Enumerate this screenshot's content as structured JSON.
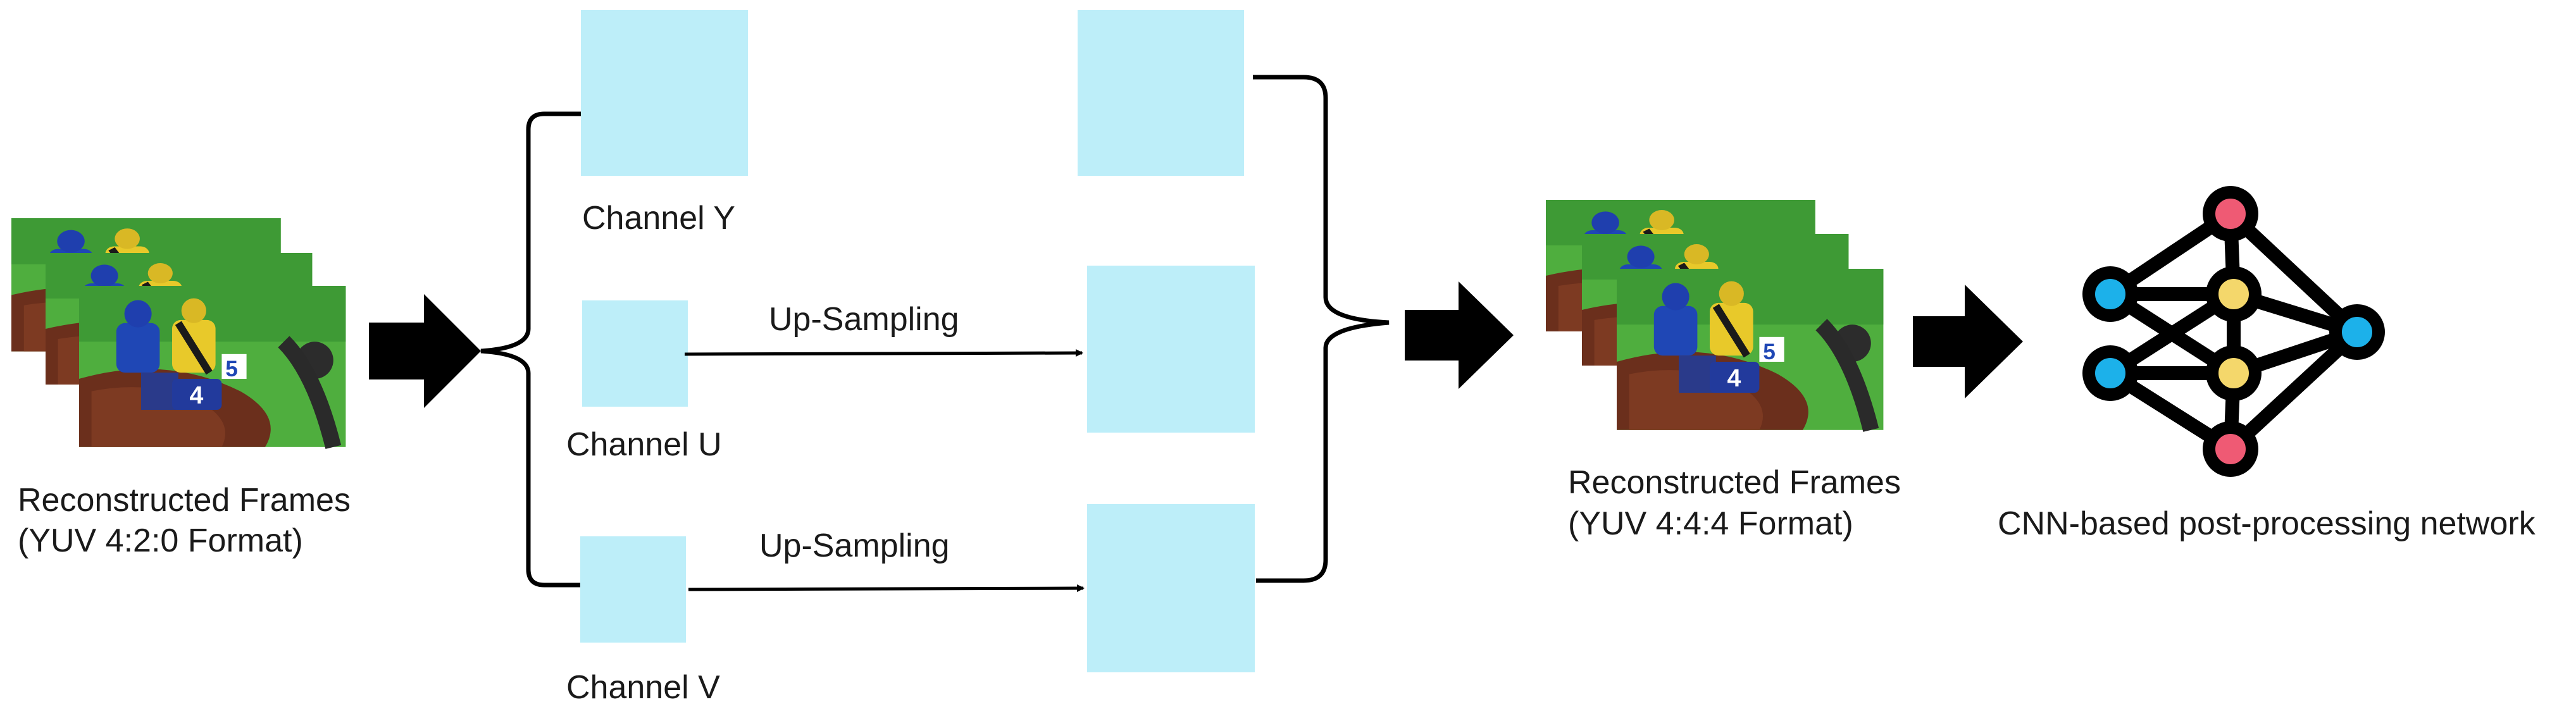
{
  "input": {
    "label_line1": "Reconstructed Frames",
    "label_line2": "(YUV 4:2:0 Format)"
  },
  "channels": {
    "y_label": "Channel Y",
    "u_label": "Channel U",
    "v_label": "Channel V"
  },
  "upsampling": {
    "u_label": "Up-Sampling",
    "v_label": "Up-Sampling"
  },
  "output": {
    "label_line1": "Reconstructed Frames",
    "label_line2": "(YUV 4:4:4 Format)"
  },
  "network": {
    "label": "CNN-based post-processing network"
  },
  "colors": {
    "channel_block": "#bdeef9",
    "arrow": "#000000",
    "node_blue": "#1cb1ea",
    "node_yellow": "#f4d76b",
    "node_red": "#ef5a74"
  }
}
